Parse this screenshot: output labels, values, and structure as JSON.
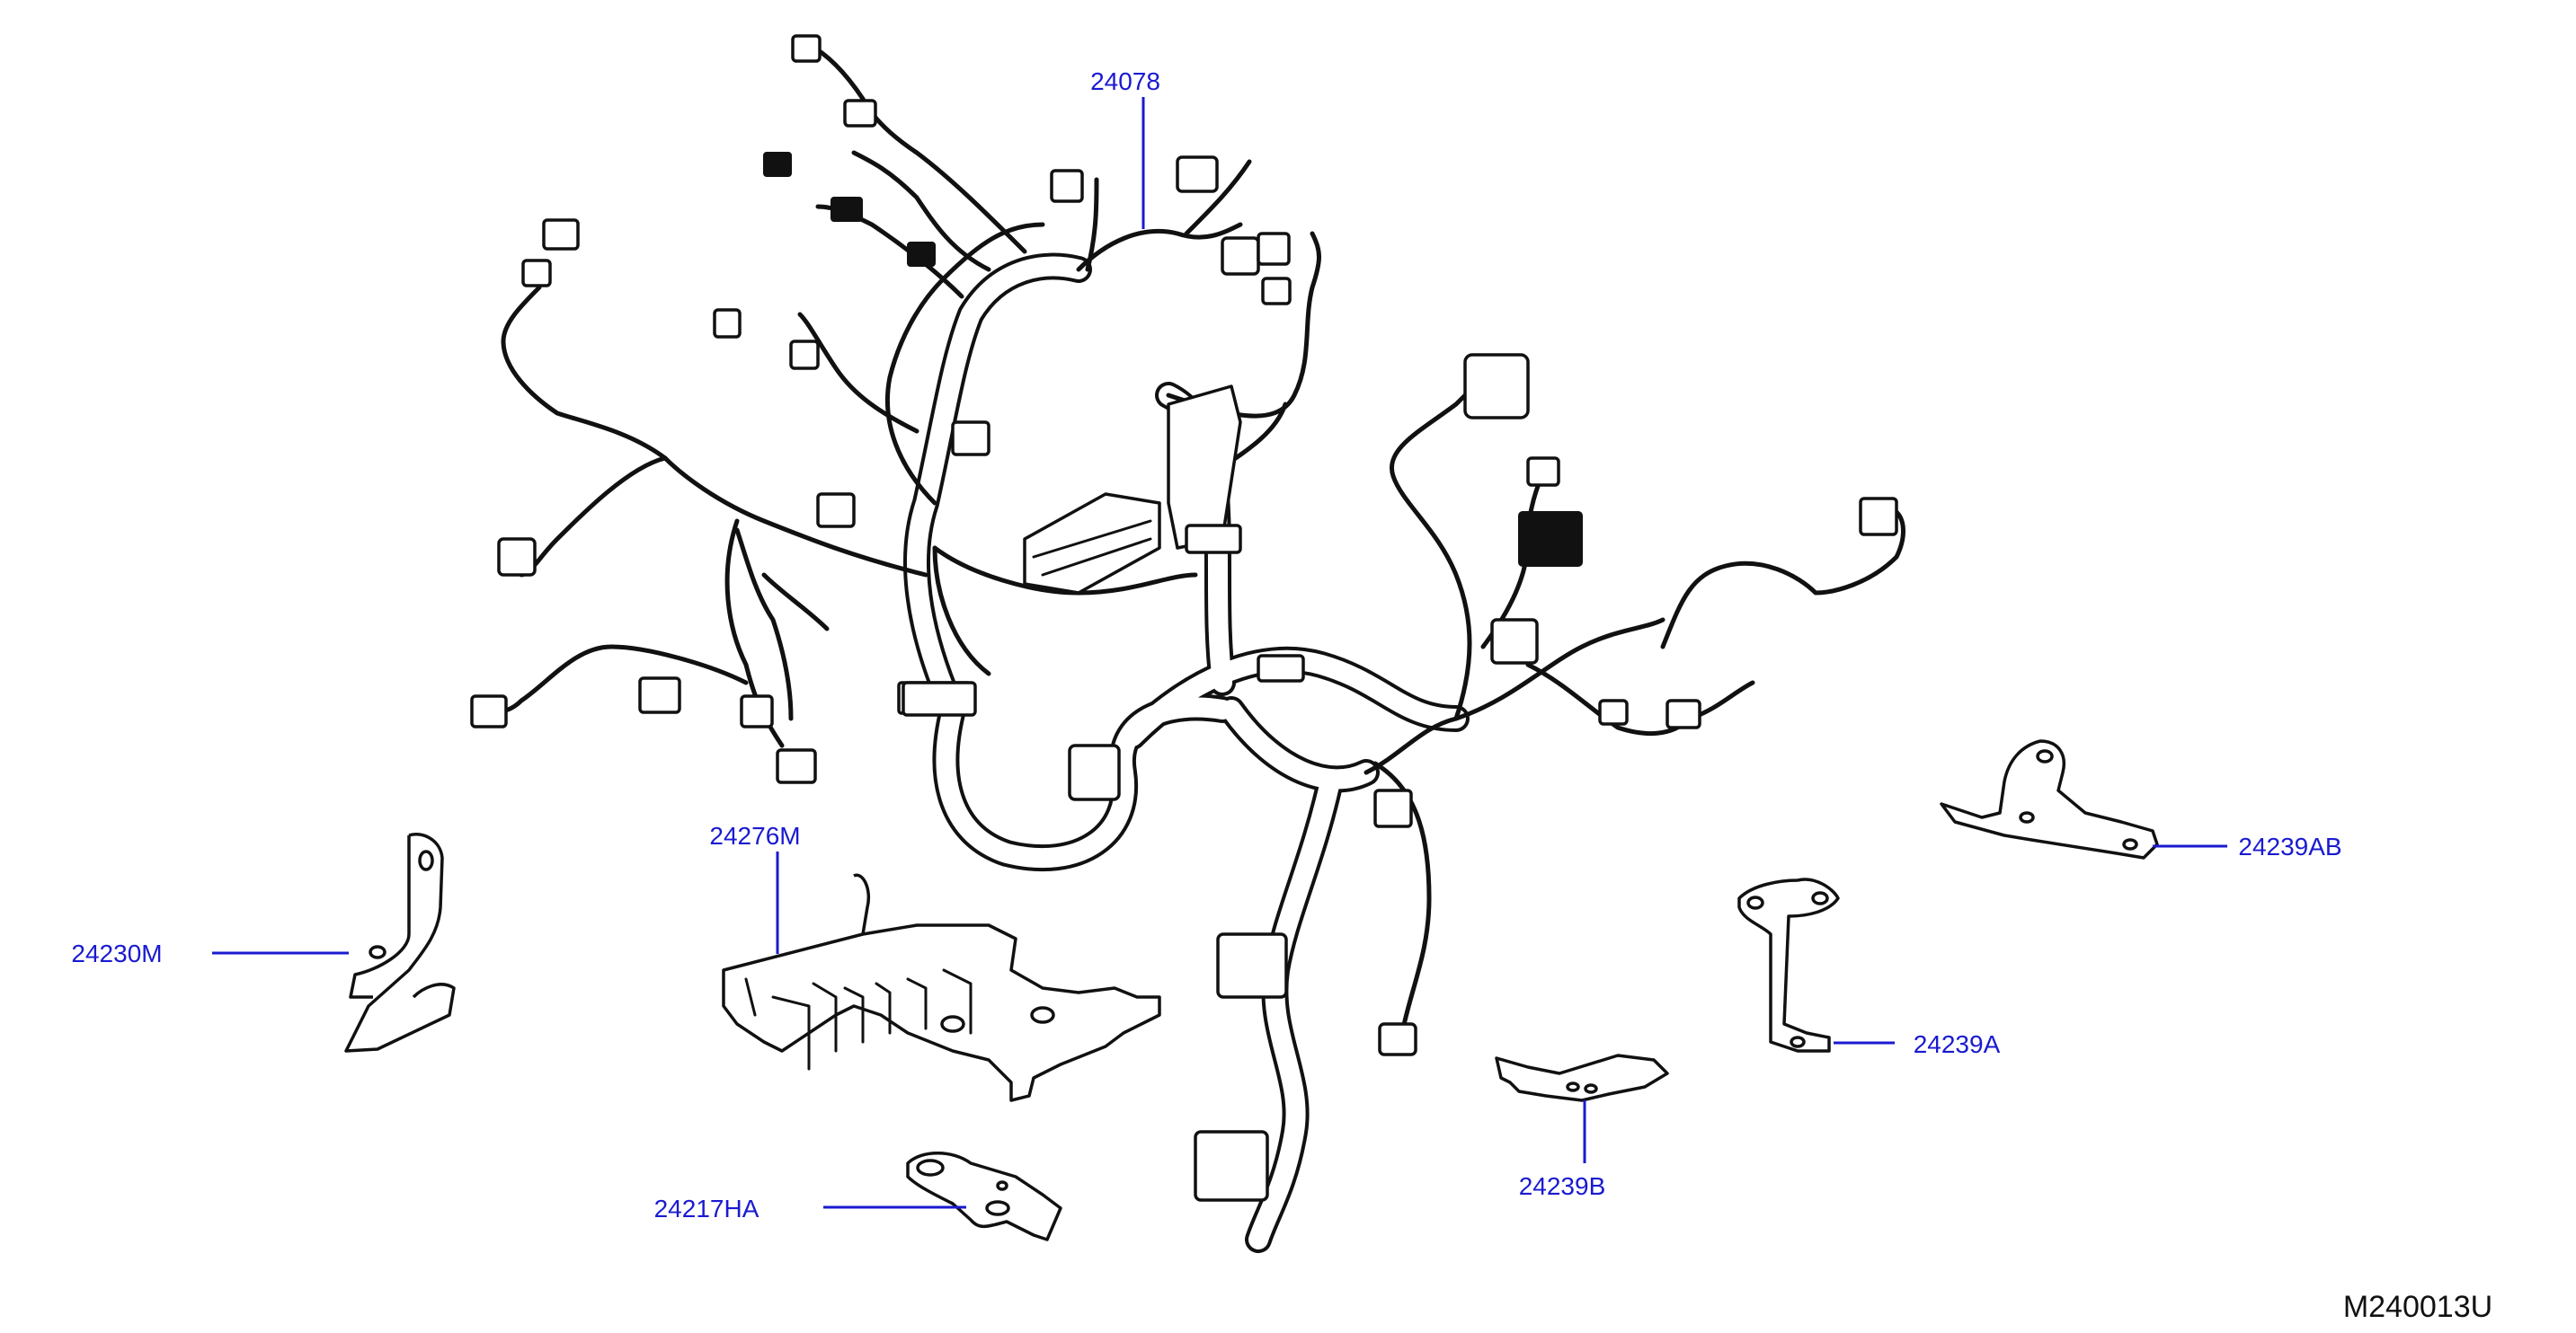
{
  "callouts": {
    "harness": "24078",
    "protector": "24276M",
    "bracket_left": "24230M",
    "bracket_bottom": "24217HA",
    "bracket_b": "24239B",
    "bracket_a": "24239A",
    "bracket_ab": "24239AB"
  },
  "diagram_ref": "M240013U",
  "colors": {
    "callout": "#1a1ad0",
    "line_art": "#111111",
    "background": "#ffffff"
  }
}
